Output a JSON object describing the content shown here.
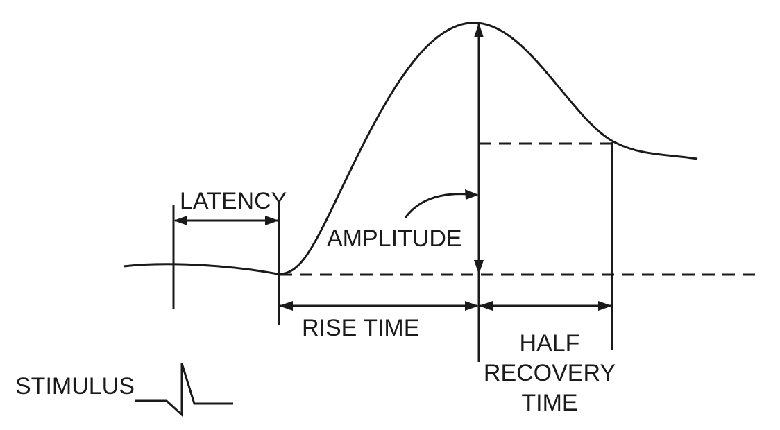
{
  "labels": {
    "latency": "LATENCY",
    "amplitude": "AMPLITUDE",
    "rise_time": "RISE TIME",
    "half_recovery_line1": "HALF",
    "half_recovery_line2": "RECOVERY",
    "half_recovery_line3": "TIME",
    "stimulus": "STIMULUS"
  },
  "colors": {
    "ink": "#1a1a1a",
    "background": "#ffffff"
  }
}
